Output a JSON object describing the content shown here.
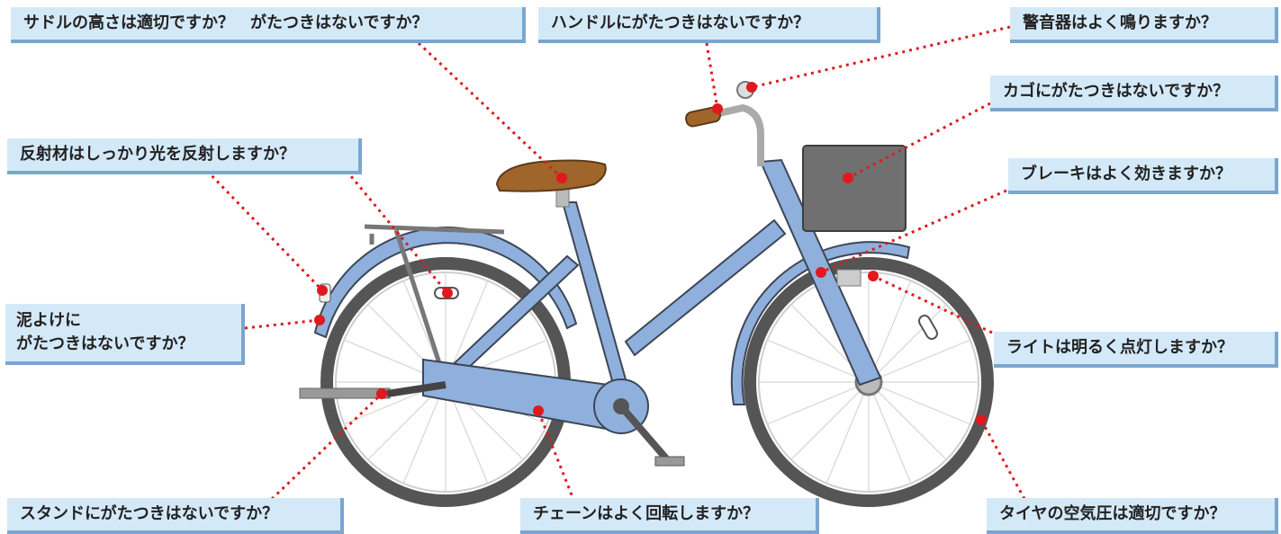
{
  "labels": {
    "saddle": "サドルの高さは適切ですか？　がたつきはないですか？",
    "handle": "ハンドルにがたつきはないですか？",
    "bell": "警音器はよく鳴りますか？",
    "basket": "カゴにがたつきはないですか？",
    "reflector": "反射材はしっかり光を反射しますか？",
    "brake": "ブレーキはよく効きますか？",
    "fender": "泥よけに\nがたつきはないですか？",
    "light": "ライトは明るく点灯しますか？",
    "stand": "スタンドにがたつきはないですか？",
    "chain": "チェーンはよく回転しますか？",
    "tire": "タイヤの空気圧は適切ですか？"
  },
  "colors": {
    "frame": "#8fb0dc",
    "frame_outline": "#3d4656",
    "tire": "#555555",
    "saddle": "#a0652b",
    "basket": "#707070",
    "label_bg": "#d4e9f8",
    "label_border": "#7aa6cf",
    "pointer": "#e0191e"
  }
}
